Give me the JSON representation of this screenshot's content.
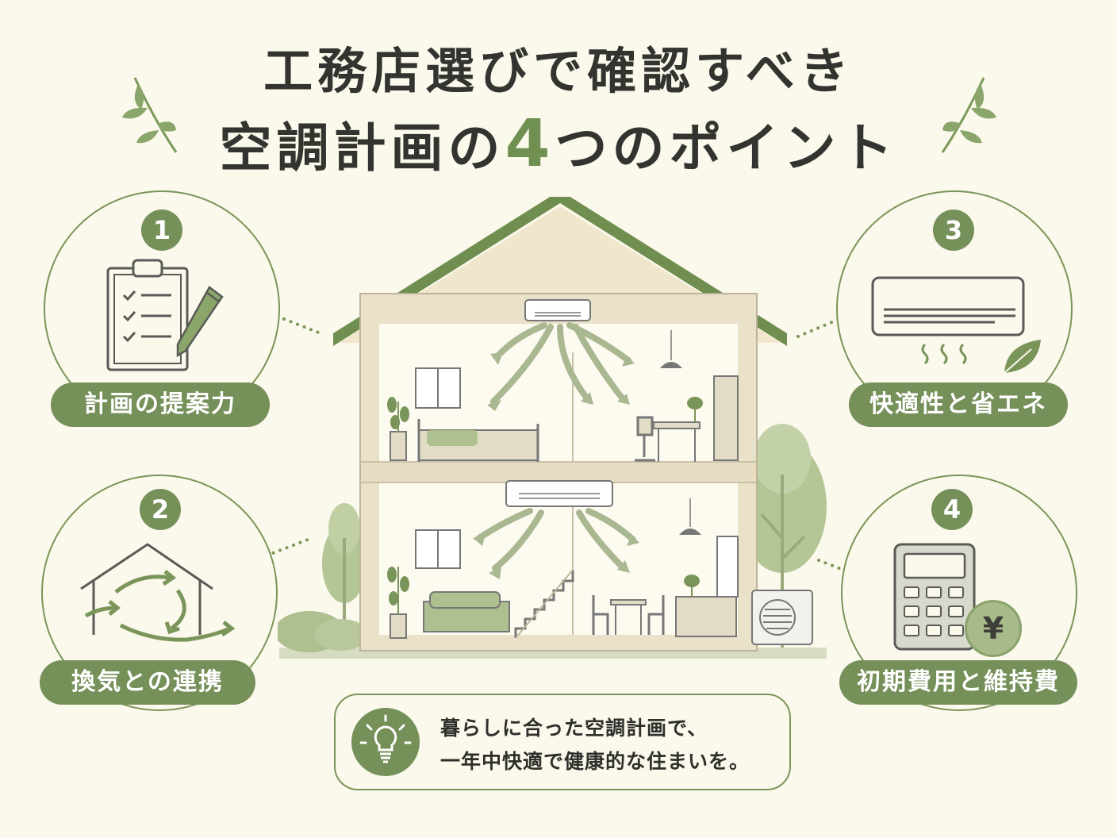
{
  "title": {
    "line1": "工務店選びで確認すべき",
    "line2_prefix": "空調計画の",
    "line2_number": "4",
    "line2_suffix": "つのポイント"
  },
  "points": [
    {
      "number": "1",
      "label": "計画の提案力",
      "icon": "clipboard-icon"
    },
    {
      "number": "2",
      "label": "換気との連携",
      "icon": "ventilation-cycle-icon"
    },
    {
      "number": "3",
      "label": "快適性と省エネ",
      "icon": "air-conditioner-icon"
    },
    {
      "number": "4",
      "label": "初期費用と維持費",
      "icon": "calculator-icon"
    }
  ],
  "yen_symbol": "¥",
  "message": {
    "line1": "暮らしに合った空調計画で、",
    "line2": "一年中快適で健康的な住まいを。",
    "icon": "lightbulb-icon"
  },
  "colors": {
    "background": "#fbf8ec",
    "accent_green": "#76905a",
    "roof_green": "#6f8e4f",
    "text_dark": "#33332f"
  }
}
